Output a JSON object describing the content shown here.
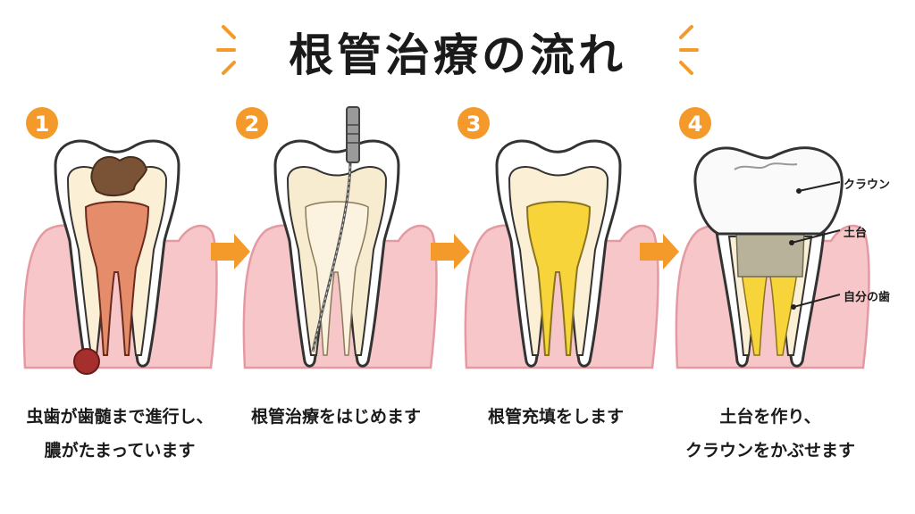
{
  "title": "根管治療の流れ",
  "steps": [
    {
      "number": "1",
      "caption_lines": [
        "虫歯が歯髄まで進行し、",
        "膿がたまっています"
      ]
    },
    {
      "number": "2",
      "caption_lines": [
        "根管治療をはじめます"
      ]
    },
    {
      "number": "3",
      "caption_lines": [
        "根管充填をします"
      ]
    },
    {
      "number": "4",
      "caption_lines": [
        "土台を作り、",
        "クラウンをかぶせます"
      ]
    }
  ],
  "labels": {
    "crown": "クラウン",
    "core": "土台",
    "own_tooth": "自分の歯"
  },
  "colors": {
    "accent": "#f39a2b",
    "gum": "#f7c6c8",
    "gum_edge": "#e39aa2",
    "enamel": "#ffffff",
    "dentin": "#fbf0d6",
    "pulp": "#e58d6a",
    "decay": "#7a5235",
    "abscess": "#a52f2c",
    "filling": "#f6d43a",
    "core": "#b9b29a"
  }
}
